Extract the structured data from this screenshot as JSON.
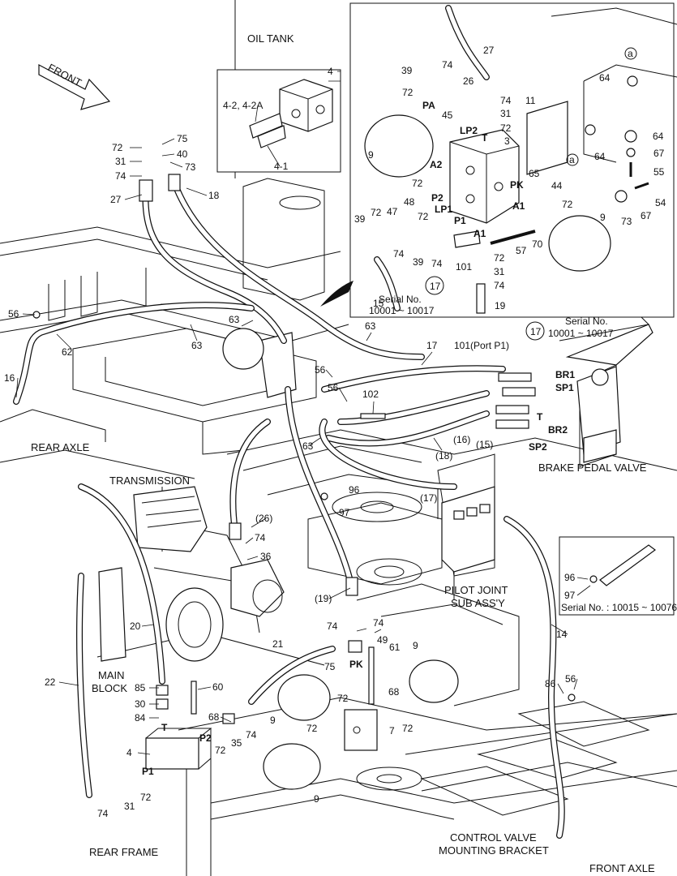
{
  "captions": {
    "oil_tank": "OIL TANK",
    "front": "FRONT",
    "rear_axle": "REAR AXLE",
    "transmission": "TRANSMISSION",
    "main_block_1": "MAIN",
    "main_block_2": "BLOCK",
    "brake_pedal_valve": "BRAKE PEDAL VALVE",
    "pilot_joint_1": "PILOT JOINT",
    "pilot_joint_2": "SUB ASS'Y",
    "rear_frame": "REAR FRAME",
    "control_valve_1": "CONTROL VALVE",
    "control_valve_2": "MOUNTING BRACKET",
    "front_axle": "FRONT AXLE",
    "serial_inset": "Serial No.",
    "serial_inset_range": "10001 ~ 10017",
    "serial_top_right": "Serial No.",
    "serial_top_right_range": "10001 ~ 10017",
    "serial_bottom_box": "Serial No. : 10015 ~ 10076",
    "port_p1": "101(Port P1)",
    "circle_17a": "17",
    "circle_17b": "17",
    "circle_a1": "a",
    "circle_a2": "a"
  },
  "ports": {
    "pa": "PA",
    "lp2": "LP2",
    "t_top": "T",
    "a2": "A2",
    "pk_inset": "PK",
    "p2_inset": "P2",
    "lp1": "LP1",
    "a1_right": "A1",
    "p1_inset": "P1",
    "a1_low": "A1",
    "br1": "BR1",
    "sp1": "SP1",
    "t_right": "T",
    "br2": "BR2",
    "sp2": "SP2",
    "t_main": "T",
    "p2_main": "P2",
    "p1_main": "P1",
    "pk_main": "PK"
  },
  "callouts": {
    "n4_top": "4",
    "n4_2": "4-2, 4-2A",
    "n4_1": "4-1",
    "n27a": "27",
    "n39a": "39",
    "n74a": "74",
    "n26": "26",
    "n72a": "72",
    "n45": "45",
    "n74b": "74",
    "n31a": "31",
    "n72b": "72",
    "n11": "11",
    "n3": "3",
    "n9a": "9",
    "n72c": "72",
    "n65": "65",
    "n44": "44",
    "n72d": "72",
    "n48": "48",
    "n47": "47",
    "n72e": "72",
    "n39b": "39",
    "n72f": "72",
    "n39c": "39",
    "n74c": "74",
    "n57": "57",
    "n70": "70",
    "n101a": "101",
    "n72g": "72",
    "n31b": "31",
    "n74d": "74",
    "n15a": "15",
    "n19a": "19",
    "n9b": "9",
    "n64a": "64",
    "n64b": "64",
    "n64c": "64",
    "n67a": "67",
    "n55": "55",
    "n54": "54",
    "n73a": "73",
    "n67b": "67",
    "n72h": "72",
    "n75a": "75",
    "n31c": "31",
    "n40": "40",
    "n74e": "74",
    "n73b": "73",
    "n27b": "27",
    "n18": "18",
    "n56a": "56",
    "n62": "62",
    "n63a": "63",
    "n63b": "63",
    "n63c": "63",
    "n63d": "63",
    "n16": "16",
    "n17": "17",
    "n56b": "56",
    "n56c": "56",
    "n102": "102",
    "n18b": "(18)",
    "n16b": "(16)",
    "n15b": "(15)",
    "n96a": "96",
    "n17b": "(17)",
    "n97a": "97",
    "n26b": "(26)",
    "n74f": "74",
    "n36": "36",
    "n19b": "(19)",
    "n20": "20",
    "n22": "22",
    "n85": "85",
    "n30": "30",
    "n84": "84",
    "n60": "60",
    "n68a": "68",
    "n72i": "72",
    "n35": "35",
    "n74g": "74",
    "n4b": "4",
    "n74h": "74",
    "n31d": "31",
    "n72j": "72",
    "n21": "21",
    "n74i": "74",
    "n74j": "74",
    "n49": "49",
    "n61": "61",
    "n75b": "75",
    "n9c": "9",
    "n68b": "68",
    "n72k": "72",
    "n72l": "72",
    "n7": "7",
    "n9d": "9",
    "n72m": "72",
    "n9e": "9",
    "n14": "14",
    "n86": "86",
    "n56d": "56",
    "n96b": "96",
    "n97b": "97"
  }
}
